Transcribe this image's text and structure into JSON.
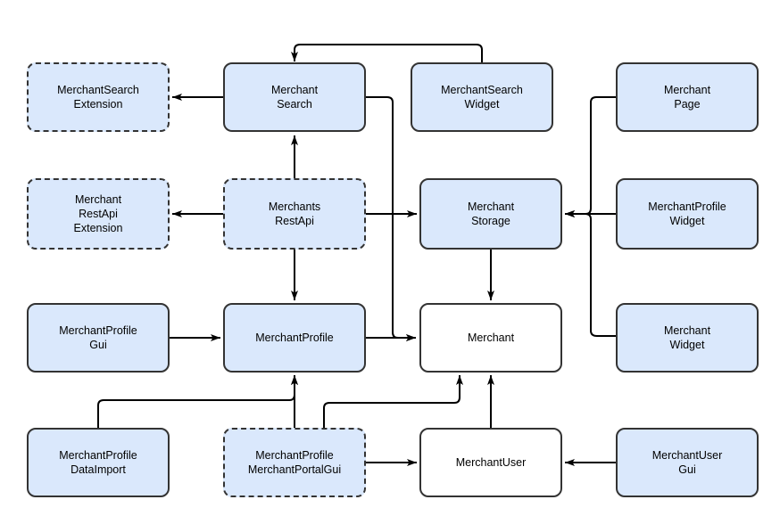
{
  "diagram": {
    "type": "module-dependency-diagram",
    "colors": {
      "node_fill": "#dae8fc",
      "node_fill_plain": "#ffffff",
      "node_stroke": "#333333",
      "arrow": "#000000",
      "canvas": "#ffffff"
    },
    "nodes": [
      {
        "id": "merchant-search-extension",
        "label": "MerchantSearch\nExtension",
        "border": "dashed",
        "fill": "blue"
      },
      {
        "id": "merchant-search",
        "label": "Merchant\nSearch",
        "border": "solid",
        "fill": "blue"
      },
      {
        "id": "merchant-search-widget",
        "label": "MerchantSearch\nWidget",
        "border": "solid",
        "fill": "blue"
      },
      {
        "id": "merchant-page",
        "label": "Merchant\nPage",
        "border": "solid",
        "fill": "blue"
      },
      {
        "id": "merchant-rest-api-extension",
        "label": "Merchant\nRestApi\nExtension",
        "border": "dashed",
        "fill": "blue"
      },
      {
        "id": "merchants-rest-api",
        "label": "Merchants\nRestApi",
        "border": "dashed",
        "fill": "blue"
      },
      {
        "id": "merchant-storage",
        "label": "Merchant\nStorage",
        "border": "solid",
        "fill": "blue"
      },
      {
        "id": "merchant-profile-widget",
        "label": "MerchantProfile\nWidget",
        "border": "solid",
        "fill": "blue"
      },
      {
        "id": "merchant-profile-gui",
        "label": "MerchantProfile\nGui",
        "border": "solid",
        "fill": "blue"
      },
      {
        "id": "merchant-profile",
        "label": "MerchantProfile",
        "border": "solid",
        "fill": "blue"
      },
      {
        "id": "merchant",
        "label": "Merchant",
        "border": "solid",
        "fill": "white"
      },
      {
        "id": "merchant-widget",
        "label": "Merchant\nWidget",
        "border": "solid",
        "fill": "blue"
      },
      {
        "id": "merchant-profile-data-import",
        "label": "MerchantProfile\nDataImport",
        "border": "solid",
        "fill": "blue"
      },
      {
        "id": "merchant-profile-merchant-portal-gui",
        "label": "MerchantProfile\nMerchantPortalGui",
        "border": "dashed",
        "fill": "blue"
      },
      {
        "id": "merchant-user",
        "label": "MerchantUser",
        "border": "solid",
        "fill": "white"
      },
      {
        "id": "merchant-user-gui",
        "label": "MerchantUser\nGui",
        "border": "solid",
        "fill": "blue"
      }
    ],
    "edges": [
      {
        "from": "merchant-search",
        "to": "merchant-search-extension"
      },
      {
        "from": "merchant-search-widget",
        "to": "merchant-search"
      },
      {
        "from": "merchants-rest-api",
        "to": "merchant-search"
      },
      {
        "from": "merchant-search",
        "to": "merchant"
      },
      {
        "from": "merchants-rest-api",
        "to": "merchant-rest-api-extension"
      },
      {
        "from": "merchants-rest-api",
        "to": "merchant-storage"
      },
      {
        "from": "merchants-rest-api",
        "to": "merchant-profile"
      },
      {
        "from": "merchant-page",
        "to": "merchant-storage"
      },
      {
        "from": "merchant-profile-widget",
        "to": "merchant-storage"
      },
      {
        "from": "merchant-widget",
        "to": "merchant-storage"
      },
      {
        "from": "merchant-storage",
        "to": "merchant"
      },
      {
        "from": "merchant-profile-gui",
        "to": "merchant-profile"
      },
      {
        "from": "merchant-profile",
        "to": "merchant"
      },
      {
        "from": "merchant-profile-data-import",
        "to": "merchant-profile"
      },
      {
        "from": "merchant-profile-merchant-portal-gui",
        "to": "merchant-profile"
      },
      {
        "from": "merchant-profile-merchant-portal-gui",
        "to": "merchant"
      },
      {
        "from": "merchant-profile-merchant-portal-gui",
        "to": "merchant-user"
      },
      {
        "from": "merchant-user",
        "to": "merchant"
      },
      {
        "from": "merchant-user-gui",
        "to": "merchant-user"
      }
    ]
  }
}
